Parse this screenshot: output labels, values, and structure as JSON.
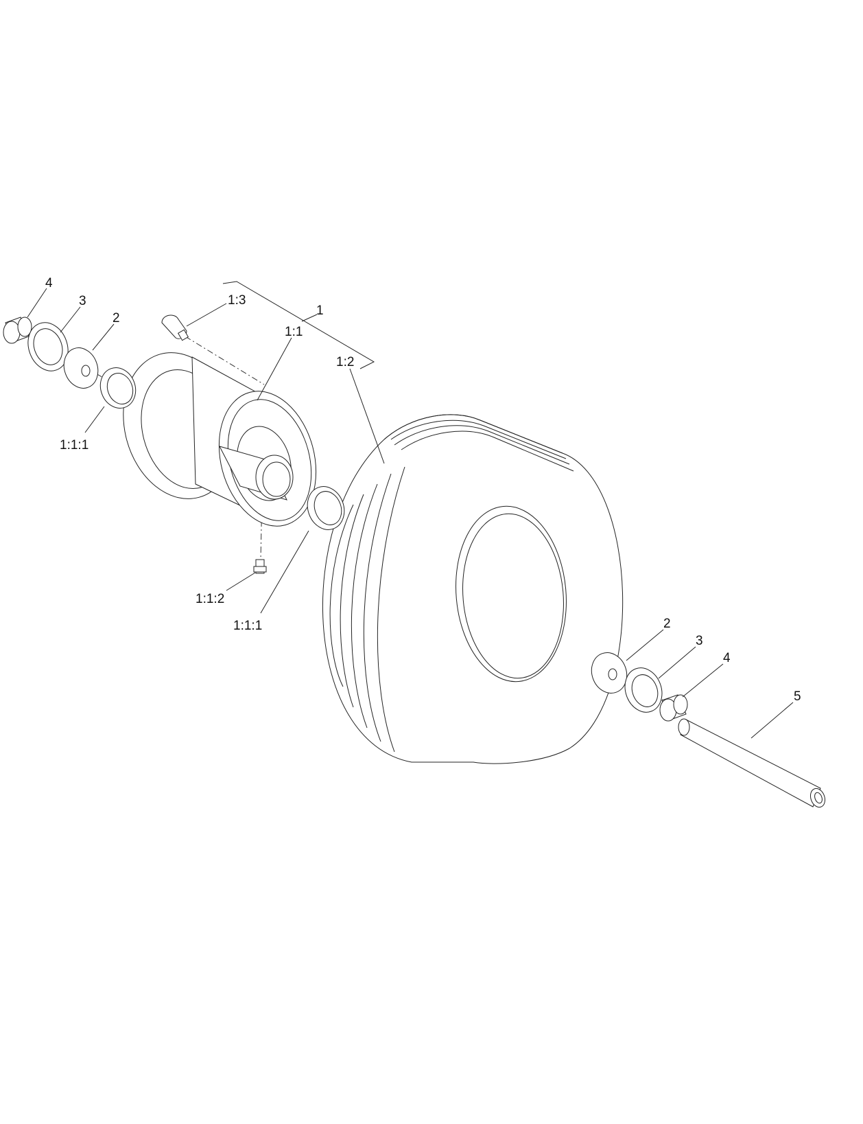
{
  "diagram": {
    "type": "exploded parts view",
    "line_color": "#222222",
    "callouts": {
      "part_1": "1",
      "part_1_1": "1:1",
      "part_1_1_1_upper": "1:1:1",
      "part_1_1_1_lower": "1:1:1",
      "part_1_1_2": "1:1:2",
      "part_1_2": "1:2",
      "part_1_3": "1:3",
      "part_2_left": "2",
      "part_3_left": "3",
      "part_4_left": "4",
      "part_2_right": "2",
      "part_3_right": "3",
      "part_4_right": "4",
      "part_5": "5"
    }
  }
}
